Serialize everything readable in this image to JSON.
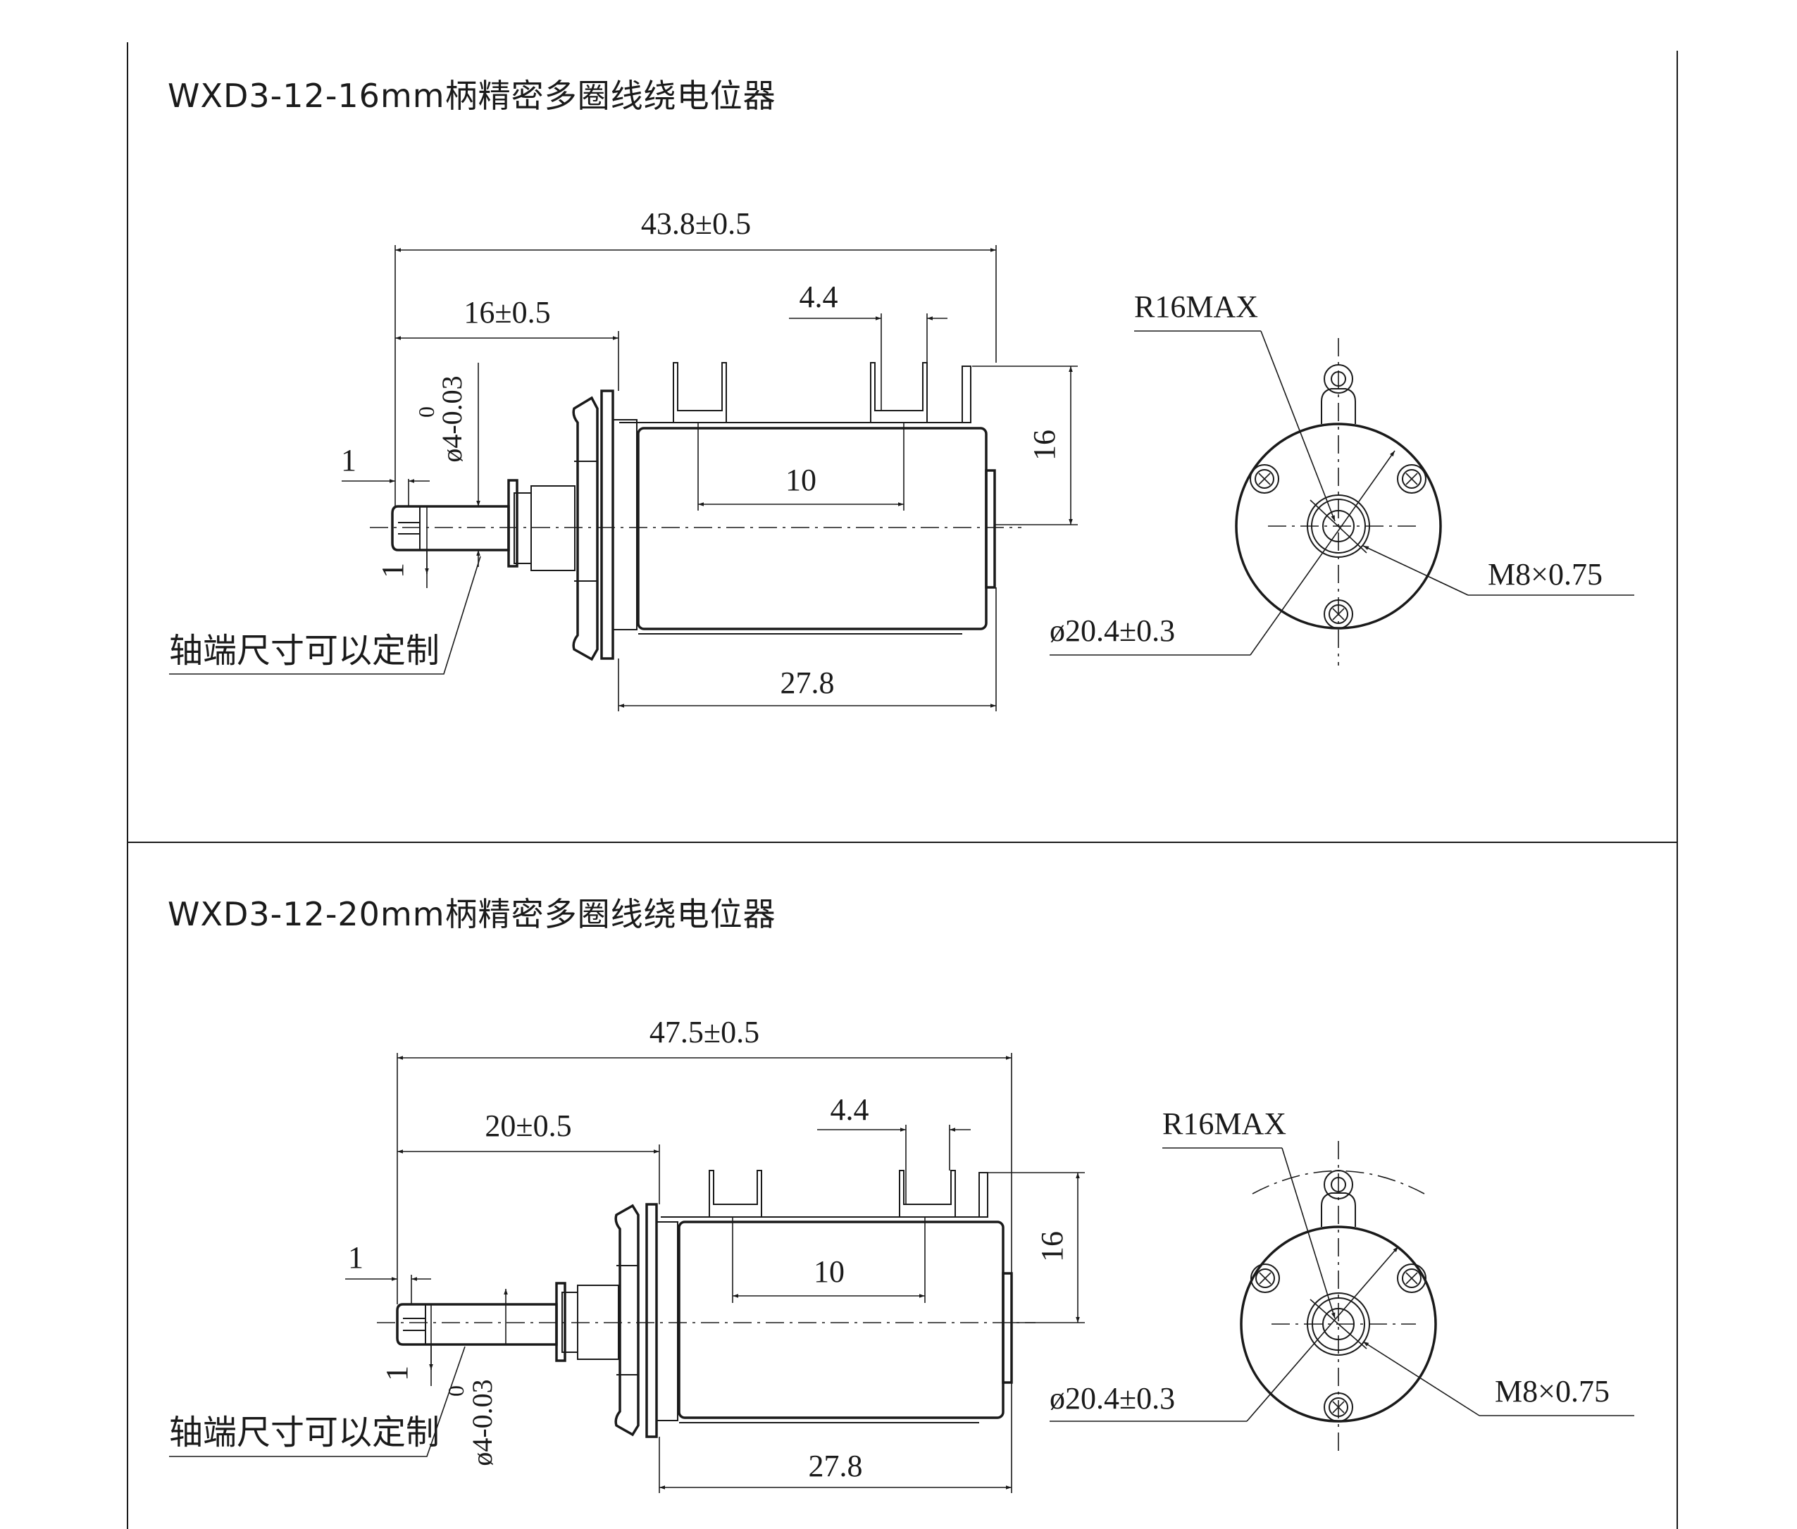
{
  "drawings": [
    {
      "title": "WXD3-12-16mm柄精密多圈线绕电位器",
      "dims": {
        "overall": "43.8±0.5",
        "shaft": "16±0.5",
        "terminal": "4.4",
        "pitch": "10",
        "height": "16",
        "body": "27.8",
        "tip_top": "1",
        "tip_bottom": "1",
        "dia_top": "0",
        "dia_main": "ø4-0.03",
        "radius": "R16MAX",
        "thread": "M8×0.75",
        "outer": "ø20.4±0.3"
      },
      "note": "轴端尺寸可以定制"
    },
    {
      "title": "WXD3-12-20mm柄精密多圈线绕电位器",
      "dims": {
        "overall": "47.5±0.5",
        "shaft": "20±0.5",
        "terminal": "4.4",
        "pitch": "10",
        "height": "16",
        "body": "27.8",
        "tip_top": "1",
        "tip_bottom": "1",
        "dia_top": "0",
        "dia_main": "ø4-0.03",
        "radius": "R16MAX",
        "thread": "M8×0.75",
        "outer": "ø20.4±0.3"
      },
      "note": "轴端尺寸可以定制"
    }
  ]
}
